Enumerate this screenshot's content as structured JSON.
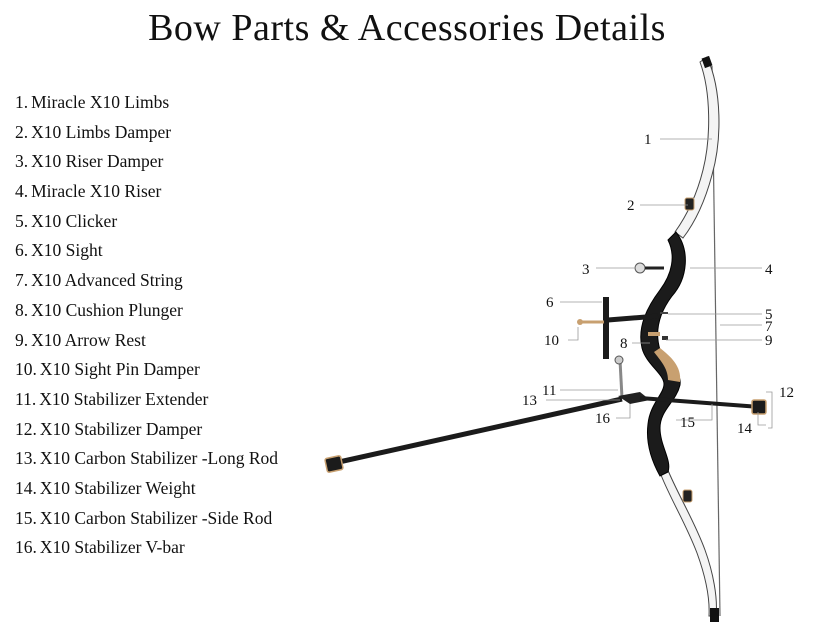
{
  "title": "Bow Parts & Accessories Details",
  "parts": [
    {
      "num": "1.",
      "name": "Miracle X10 Limbs"
    },
    {
      "num": "2.",
      "name": "X10 Limbs Damper"
    },
    {
      "num": "3.",
      "name": "X10 Riser Damper"
    },
    {
      "num": "4.",
      "name": "Miracle X10 Riser"
    },
    {
      "num": "5.",
      "name": "X10 Clicker"
    },
    {
      "num": "6.",
      "name": "X10 Sight"
    },
    {
      "num": "7.",
      "name": "X10 Advanced String"
    },
    {
      "num": "8.",
      "name": "X10 Cushion Plunger"
    },
    {
      "num": "9.",
      "name": "X10 Arrow Rest"
    },
    {
      "num": "10.",
      "name": "X10 Sight Pin Damper"
    },
    {
      "num": "11.",
      "name": "X10 Stabilizer Extender"
    },
    {
      "num": "12.",
      "name": "X10 Stabilizer Damper"
    },
    {
      "num": "13.",
      "name": "X10 Carbon Stabilizer -Long Rod"
    },
    {
      "num": "14.",
      "name": "X10 Stabilizer Weight"
    },
    {
      "num": "15.",
      "name": "X10 Carbon Stabilizer -Side Rod"
    },
    {
      "num": "16.",
      "name": "X10 Stabilizer V-bar"
    }
  ],
  "callouts": [
    "1",
    "2",
    "3",
    "4",
    "5",
    "6",
    "7",
    "8",
    "9",
    "10",
    "11",
    "12",
    "13",
    "14",
    "15",
    "16"
  ],
  "colors": {
    "text": "#111111",
    "leader": "#9a9a9a",
    "riser": "#1b1b1b",
    "limb": "#f4f4f4",
    "accent": "#c8a070"
  }
}
